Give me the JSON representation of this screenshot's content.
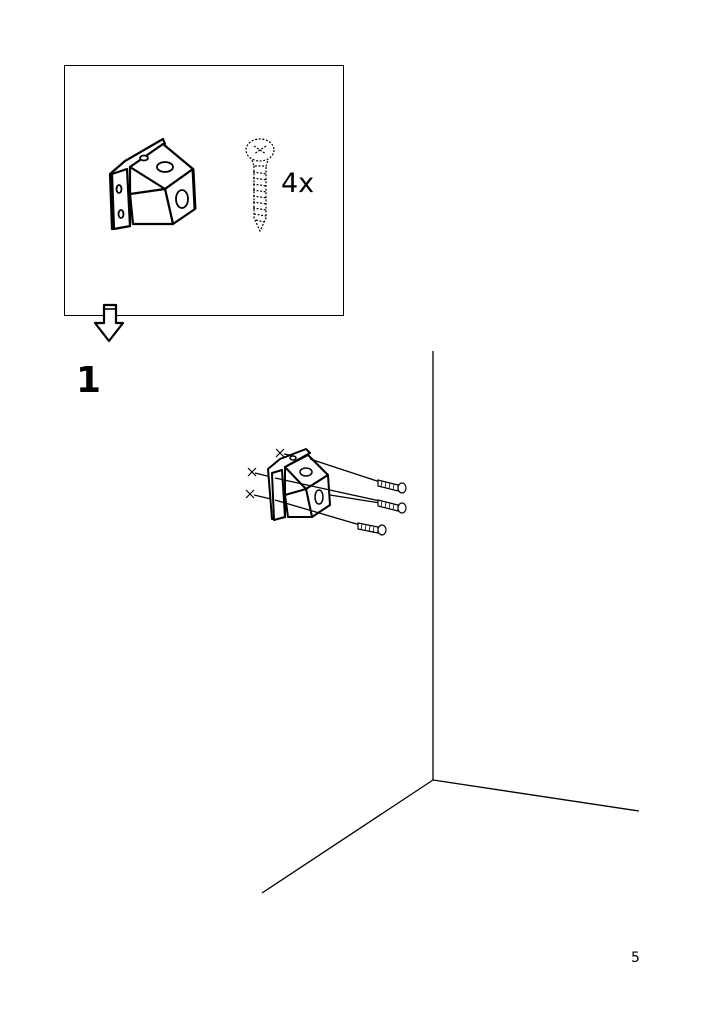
{
  "parts": {
    "screw_quantity": "4x"
  },
  "step": {
    "number": "1"
  },
  "page": {
    "number": "5"
  }
}
